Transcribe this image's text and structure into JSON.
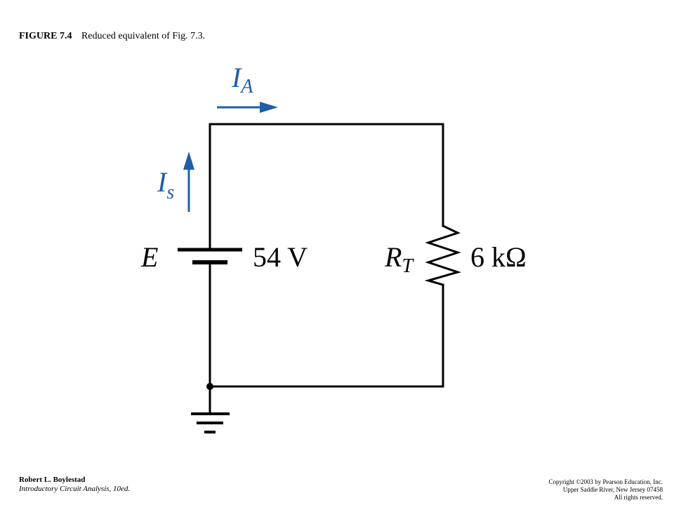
{
  "figure": {
    "number": "FIGURE 7.4",
    "description": "Reduced equivalent of Fig. 7.3."
  },
  "circuit": {
    "source": {
      "symbol": "E",
      "value": "54 V"
    },
    "resistor": {
      "symbol": "R",
      "subscript": "T",
      "value": "6 kΩ"
    },
    "current_a": {
      "symbol": "I",
      "subscript": "A"
    },
    "current_s": {
      "symbol": "I",
      "subscript": "s"
    },
    "arrow_color": "#1f5ea8"
  },
  "footer": {
    "author": "Robert L. Boylestad",
    "book": "Introductory Circuit Analysis, 10ed.",
    "copyright": "Copyright ©2003 by Pearson Education, Inc.",
    "address": "Upper Saddle River, New Jersey 07458",
    "rights": "All rights reserved."
  }
}
